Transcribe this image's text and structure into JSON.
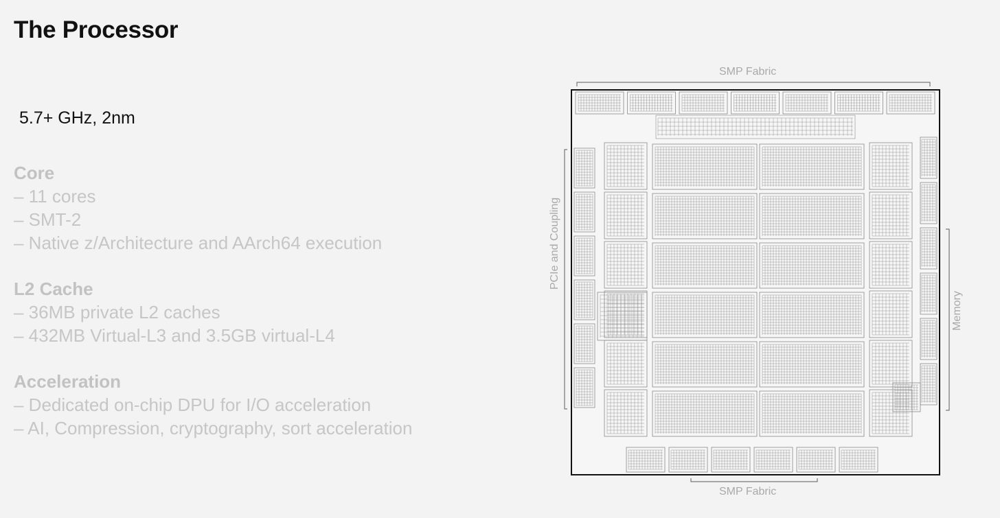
{
  "title": "The Processor",
  "headline": "5.7+ GHz, 2nm",
  "sections": [
    {
      "heading": "Core",
      "items": [
        "– 11 cores",
        "– SMT-2",
        "– Native z/Architecture and AArch64 execution"
      ]
    },
    {
      "heading": "L2 Cache",
      "items": [
        "– 36MB private L2 caches",
        "– 432MB  Virtual-L3 and 3.5GB virtual-L4"
      ]
    },
    {
      "heading": "Acceleration",
      "items": [
        "– Dedicated on-chip DPU for I/O acceleration",
        "– AI, Compression, cryptography, sort acceleration"
      ]
    }
  ],
  "die": {
    "label_top": "SMP Fabric",
    "label_bottom": "SMP Fabric",
    "label_left": "PCIe and Coupling",
    "label_right": "Memory",
    "colors": {
      "outline": "#111111",
      "circuit": "#8a8a8a",
      "label": "#a9a9a9"
    }
  }
}
